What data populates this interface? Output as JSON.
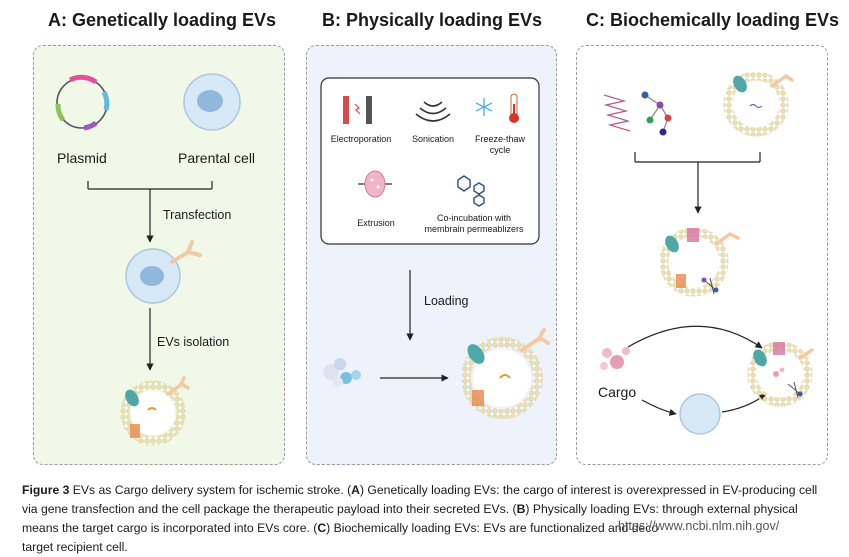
{
  "panels": {
    "a": {
      "title": "A: Genetically loading EVs",
      "plasmid": "Plasmid",
      "parental_cell": "Parental cell",
      "transfection": "Transfection",
      "evs_isolation": "EVs isolation"
    },
    "b": {
      "title": "B: Physically loading EVs",
      "electroporation": "Electroporation",
      "sonication": "Sonication",
      "freeze_thaw_1": "Freeze-thaw",
      "freeze_thaw_2": "cycle",
      "extrusion": "Extrusion",
      "coincubation_1": "Co-incubation with",
      "coincubation_2": "membrain permeablizers",
      "loading": "Loading"
    },
    "c": {
      "title": "C: Biochemically loading EVs",
      "cargo": "Cargo"
    }
  },
  "caption": {
    "fig": "Figure 3",
    "t1": "  EVs as Cargo delivery system for ischemic stroke. (",
    "a": "A",
    "t2": ") Genetically loading EVs: the cargo of interest is overexpressed in EV-producing cell via gene transfection and the cell package the therapeutic payload into their secreted EVs. (",
    "b": "B",
    "t3": ") Physically loading EVs: through external physical means the target cargo is incorporated into EVs core. (",
    "c": "C",
    "t4": ") Biochemically loading EVs: EVs are functionalized and deco",
    "t5": "target recipient cell."
  },
  "watermark": "https://www.ncbi.nlm.nih.gov/",
  "colors": {
    "panel_a_bg": "#f2f8e8",
    "panel_b_bg": "#eef3fb",
    "panel_c_bg": "#ffffff",
    "membrane": "#e8d9a0",
    "cell_blue": "#cfe4f5",
    "nucleus": "#8fb8dc",
    "receptor_teal": "#4fa7a8",
    "receptor_orange": "#e98e56",
    "pink": "#e79bb5"
  }
}
